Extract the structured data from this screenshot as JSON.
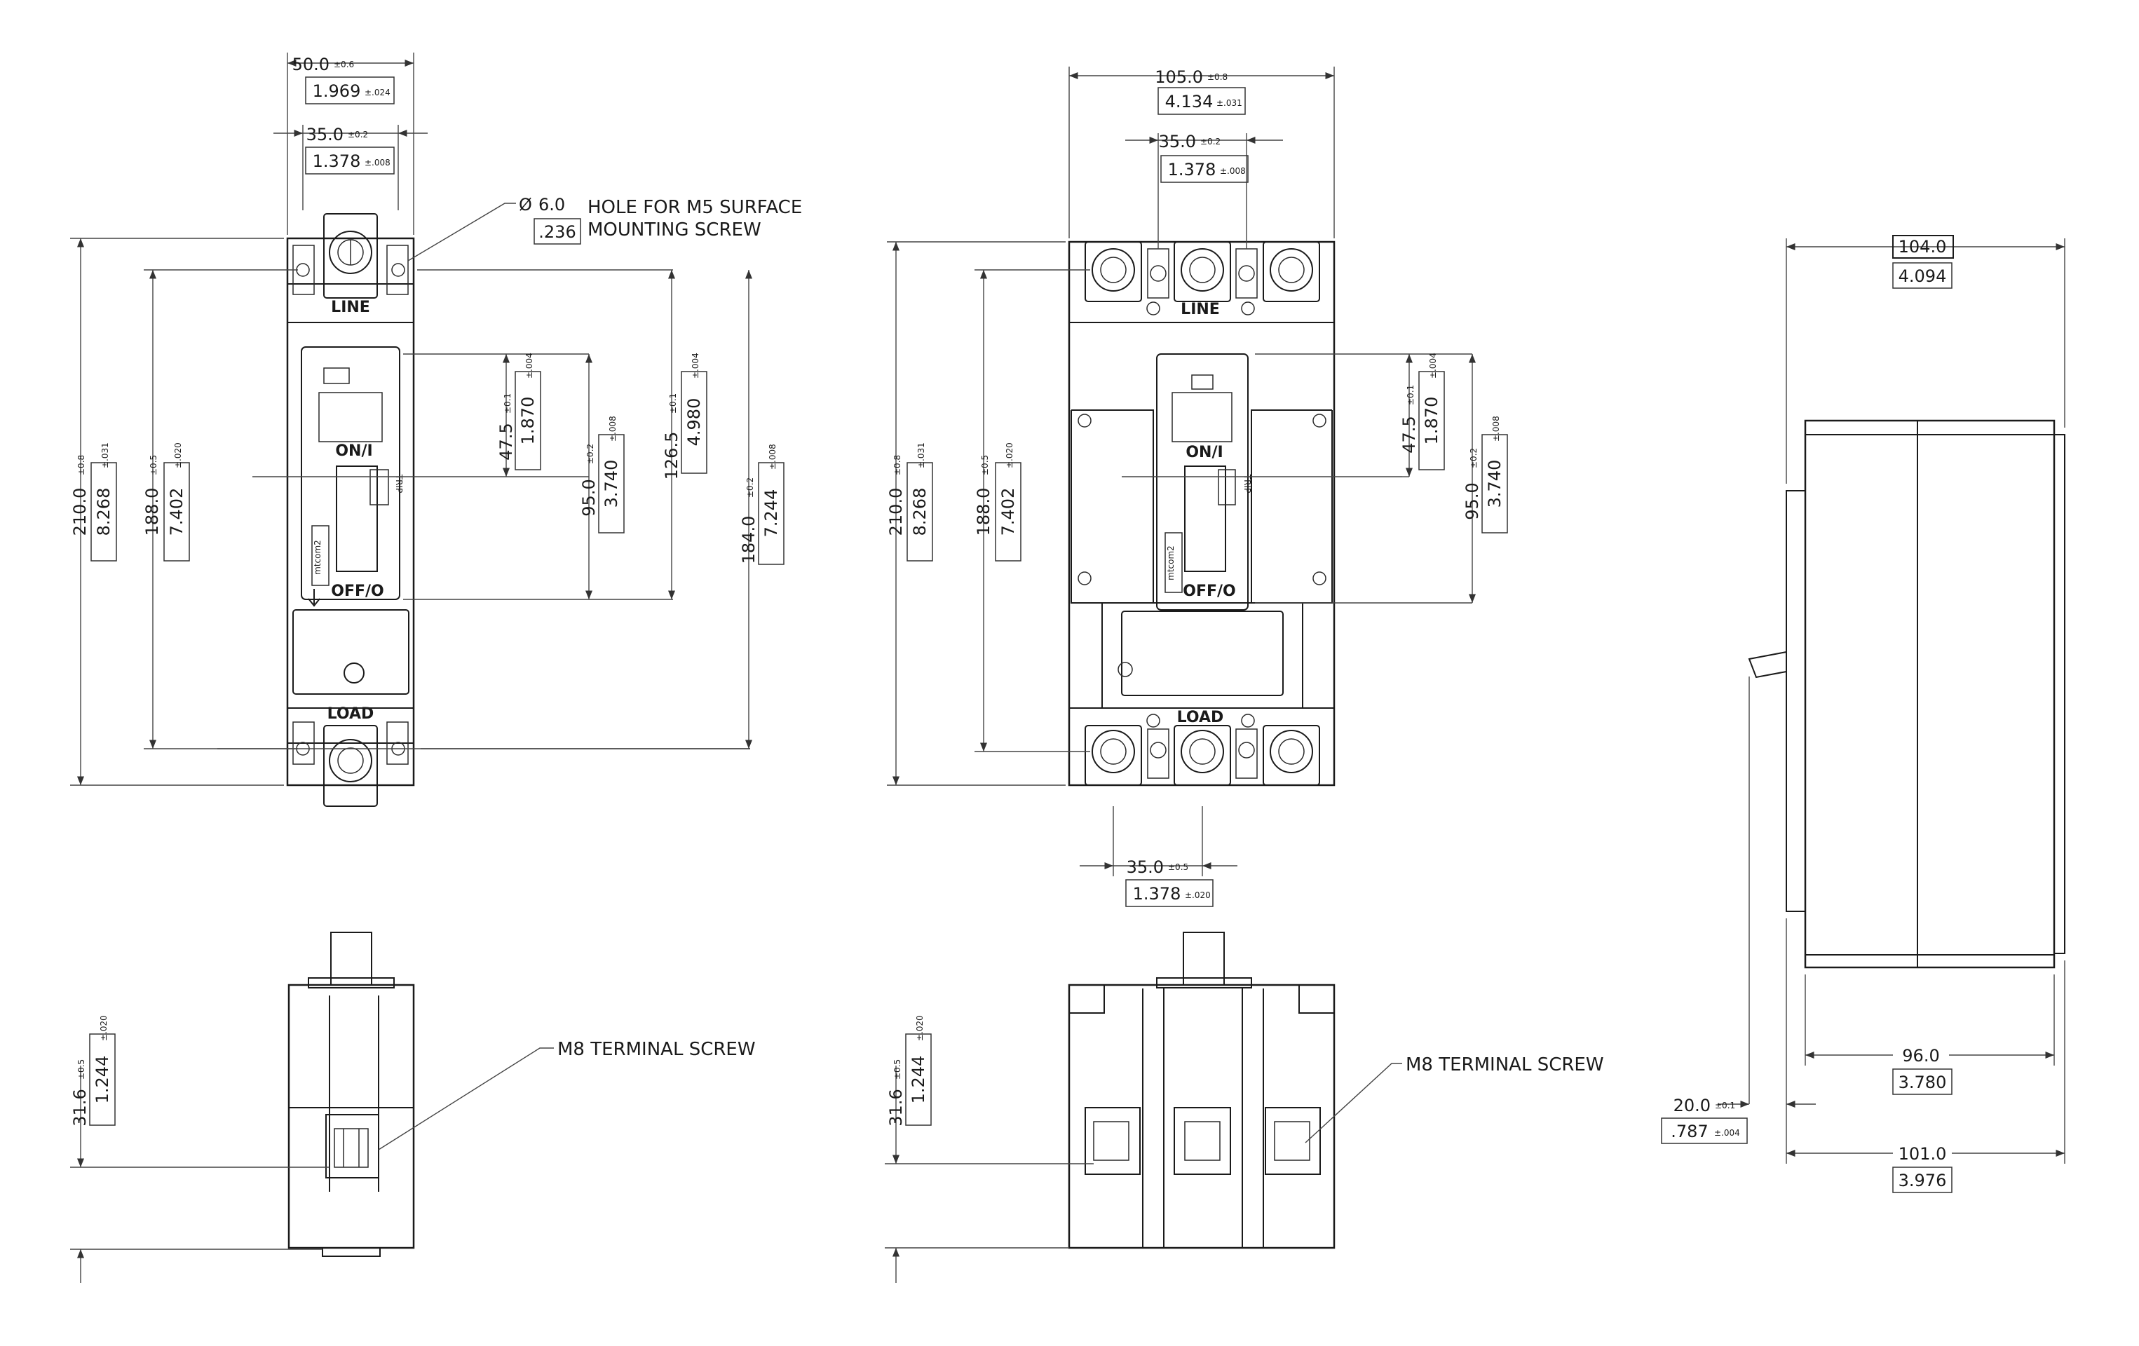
{
  "notes": {
    "hole_dia": "6.0",
    "hole_dia_in": ".236",
    "hole_text_1": "HOLE FOR M5 SURFACE",
    "hole_text_2": "MOUNTING SCREW",
    "screw_left": "M8 TERMINAL SCREW",
    "screw_mid": "M8 TERMINAL SCREW"
  },
  "labels": {
    "line": "LINE",
    "load": "LOAD",
    "on": "ON/I",
    "off": "OFF/O",
    "trip": "TRIP",
    "brand": "mtcom2"
  },
  "dims": {
    "l_w50": {
      "v": "50.0",
      "t": "±0.6",
      "iv": "1.969",
      "it": "±.024"
    },
    "l_w35": {
      "v": "35.0",
      "t": "±0.2",
      "iv": "1.378",
      "it": "±.008"
    },
    "l_h210": {
      "v": "210.0",
      "t": "±0.8",
      "iv": "8.268",
      "it": "±.031"
    },
    "l_h188": {
      "v": "188.0",
      "t": "±0.5",
      "iv": "7.402",
      "it": "±.020"
    },
    "l_h47": {
      "v": "47.5",
      "t": "±0.1",
      "iv": "1.870",
      "it": "±.004"
    },
    "l_h95": {
      "v": "95.0",
      "t": "±0.2",
      "iv": "3.740",
      "it": "±.008"
    },
    "l_h126": {
      "v": "126.5",
      "t": "±0.1",
      "iv": "4.980",
      "it": "±.004"
    },
    "l_h184": {
      "v": "184.0",
      "t": "±0.2",
      "iv": "7.244",
      "it": "±.008"
    },
    "l_h31": {
      "v": "31.6",
      "t": "±0.5",
      "iv": "1.244",
      "it": "±.020"
    },
    "m_w105": {
      "v": "105.0",
      "t": "±0.8",
      "iv": "4.134",
      "it": "±.031"
    },
    "m_w35t": {
      "v": "35.0",
      "t": "±0.2",
      "iv": "1.378",
      "it": "±.008"
    },
    "m_w35b": {
      "v": "35.0",
      "t": "±0.5",
      "iv": "1.378",
      "it": "±.020"
    },
    "m_h210": {
      "v": "210.0",
      "t": "±0.8",
      "iv": "8.268",
      "it": "±.031"
    },
    "m_h188": {
      "v": "188.0",
      "t": "±0.5",
      "iv": "7.402",
      "it": "±.020"
    },
    "m_h47": {
      "v": "47.5",
      "t": "±0.1",
      "iv": "1.870",
      "it": "±.004"
    },
    "m_h95": {
      "v": "95.0",
      "t": "±0.2",
      "iv": "3.740",
      "it": "±.008"
    },
    "m_h31": {
      "v": "31.6",
      "t": "±0.5",
      "iv": "1.244",
      "it": "±.020"
    },
    "r_w104": {
      "v": "104.0",
      "iv": "4.094"
    },
    "r_w96": {
      "v": "96.0",
      "iv": "3.780"
    },
    "r_w101": {
      "v": "101.0",
      "iv": "3.976"
    },
    "r_h20": {
      "v": "20.0",
      "t": "±0.1",
      "iv": ".787",
      "it": "±.004"
    }
  }
}
